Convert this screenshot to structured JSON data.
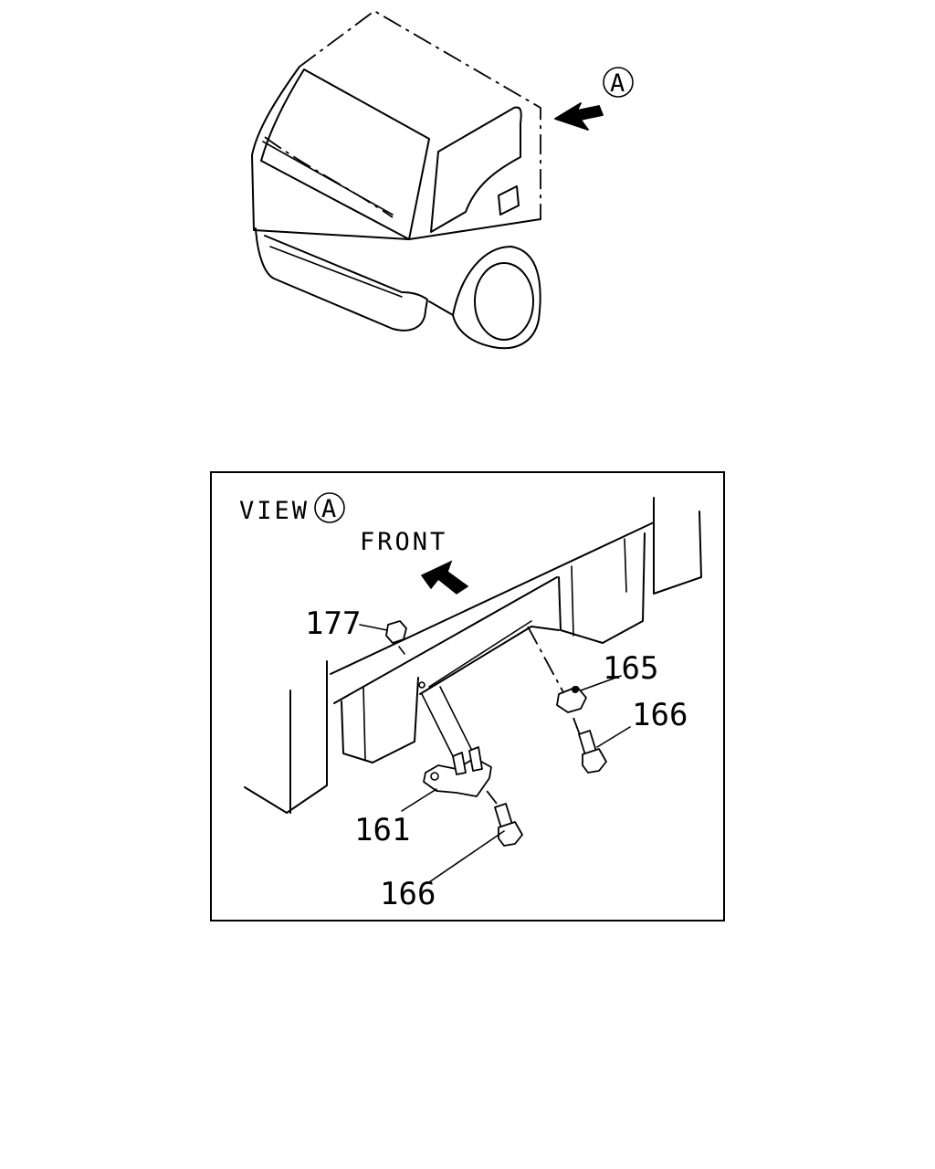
{
  "view_marker": "A",
  "view_title": "VIEW",
  "front_label": "FRONT",
  "callouts": {
    "bracket": "161",
    "clip": "165",
    "bolt_right": "166",
    "bolt_bottom": "166",
    "nut": "177"
  }
}
